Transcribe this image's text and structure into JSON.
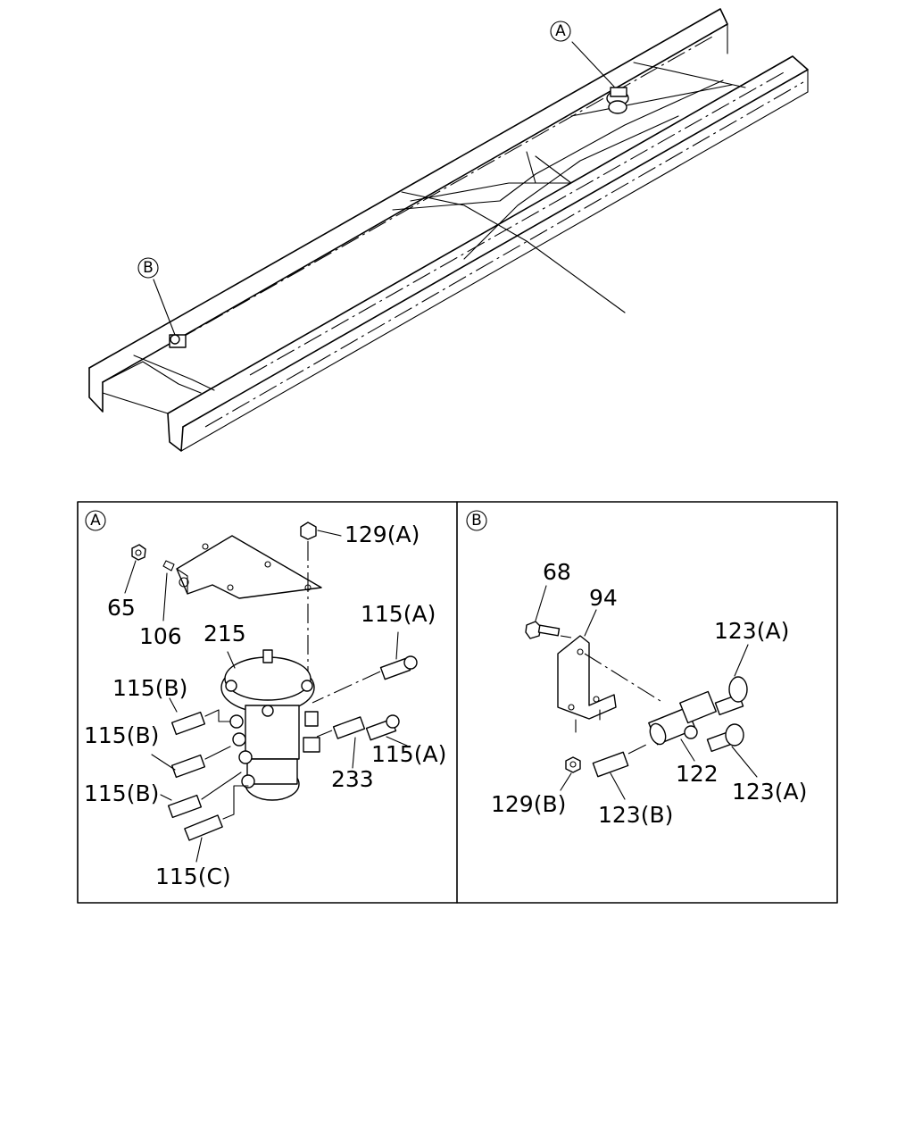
{
  "callouts": {
    "overview_a": "A",
    "overview_b": "B",
    "panel_a": "A",
    "panel_b": "B"
  },
  "panel_a": {
    "labels": {
      "p129a": "129(A)",
      "p65": "65",
      "p106": "106",
      "p215": "215",
      "p115a_top": "115(A)",
      "p115b_1": "115(B)",
      "p115b_2": "115(B)",
      "p115b_3": "115(B)",
      "p115a_right": "115(A)",
      "p233": "233",
      "p115c": "115(C)"
    }
  },
  "panel_b": {
    "labels": {
      "p68": "68",
      "p94": "94",
      "p123a_top": "123(A)",
      "p122": "122",
      "p123a_right": "123(A)",
      "p129b": "129(B)",
      "p123b": "123(B)"
    }
  }
}
